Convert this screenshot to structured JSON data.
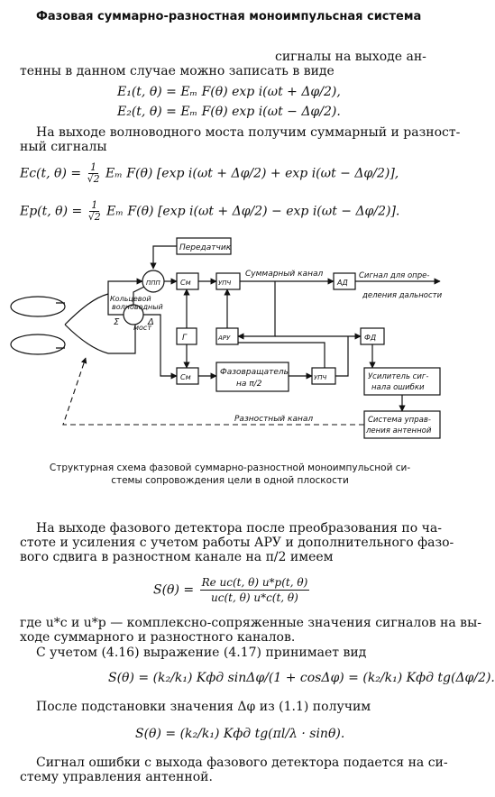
{
  "header": {
    "title": "Фазовая суммарно-разностная моноимпульсная система"
  },
  "text": {
    "p1_line1": "сигналы на выходе ан-",
    "p1_line2": "тенны в данном случае можно записать в виде",
    "p2_line1": "На выходе волноводного моста получим суммарный и разност-",
    "p2_line2": "ный сигналы",
    "p3_line1": "На выходе фазового детектора после преобразования по ча-",
    "p3_line2": "стоте и усиления с учетом работы АРУ и дополнительного фазо-",
    "p3_line3": "вого сдвига в разностном канале на π/2 имеем",
    "p4_line1": "где u*c и u*p — комплексно-сопряженные значения сигналов на вы-",
    "p4_line2": "ходе суммарного и разностного каналов.",
    "p5_line1": "С учетом (4.16) выражение (4.17) принимает вид",
    "p6_line1": "После подстановки значения Δφ из (1.1) получим",
    "p7_line1": "Сигнал ошибки с выхода фазового детектора подается на си-",
    "p7_line2": "стему управления антенной."
  },
  "equations": {
    "e1": "E₁(t, θ) = Eₘ F(θ) exp i(ωt + Δφ/2),",
    "e2": "E₂(t, θ) = Eₘ F(θ) exp i(ωt − Δφ/2).",
    "ec_lhs": "Eс(t, θ) =",
    "ec_body": "Eₘ F(θ) [exp i(ωt + Δφ/2) + exp i(ωt − Δφ/2)],",
    "ep_lhs": "Eр(t, θ) =",
    "ep_body": "Eₘ F(θ) [exp i(ωt + Δφ/2) − exp i(ωt − Δφ/2)].",
    "s1_lhs": "S(θ) =",
    "s1_num": "Re uс(t, θ) u*р(t, θ)",
    "s1_den": "uс(t, θ) u*с(t, θ)",
    "s2": "S(θ) = (k₂/k₁) Kфд sinΔφ/(1 + cosΔφ) = (k₂/k₁) Kфд tg(Δφ/2).",
    "s3": "S(θ) = (k₂/k₁) Kфд tg(πl/λ · sinθ)."
  },
  "figure": {
    "caption_line1": "Структурная схема фазовой суммарно-разностной моноимпульсной си-",
    "caption_line2": "стемы сопровождения цели в одной плоскости",
    "labels": {
      "transmitter": "Передатчик",
      "ppp": "ППП",
      "mixer_top": "См",
      "mixer_bottom": "См",
      "upch_top": "УПЧ",
      "upch_bottom": "УПЧ",
      "ad": "АД",
      "aru": "АРУ",
      "g": "Г",
      "fd": "ФД",
      "phase_shifter_1": "Фазовращатель",
      "phase_shifter_2": "на π/2",
      "error_amp_1": "Усилитель сиг-",
      "error_amp_2": "нала ошибки",
      "antenna_ctrl_1": "Система управ-",
      "antenna_ctrl_2": "ления антенной",
      "sum_channel": "Суммарный канал",
      "diff_channel": "Разностный канал",
      "range_signal_1": "Сигнал для опре-",
      "range_signal_2": "деления дальности",
      "ring_bridge_1": "Кольцевой",
      "ring_bridge_2": "волноводный",
      "ring_bridge_3": "мост",
      "sigma": "Σ",
      "delta": "Δ"
    }
  }
}
